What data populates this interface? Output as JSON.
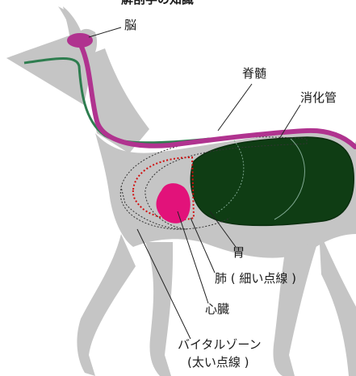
{
  "header": {
    "cropped_title": "解剖学の知識"
  },
  "labels": {
    "brain": "脳",
    "spinal_cord": "脊髄",
    "digestive_tract": "消化管",
    "stomach": "胃",
    "lungs": "肺 ( 細い点線 )",
    "heart": "心臓",
    "vital_zone": "バイタルゾーン",
    "vital_zone_note": "(太い点線 )"
  },
  "colors": {
    "body": "#c5c5c5",
    "brain": "#b0338f",
    "spinal_cord": "#b0338f",
    "nerve": "#2e7d4f",
    "digestive": "#0f3d14",
    "heart": "#e2127a",
    "lung_dotted": "#d01010"
  }
}
